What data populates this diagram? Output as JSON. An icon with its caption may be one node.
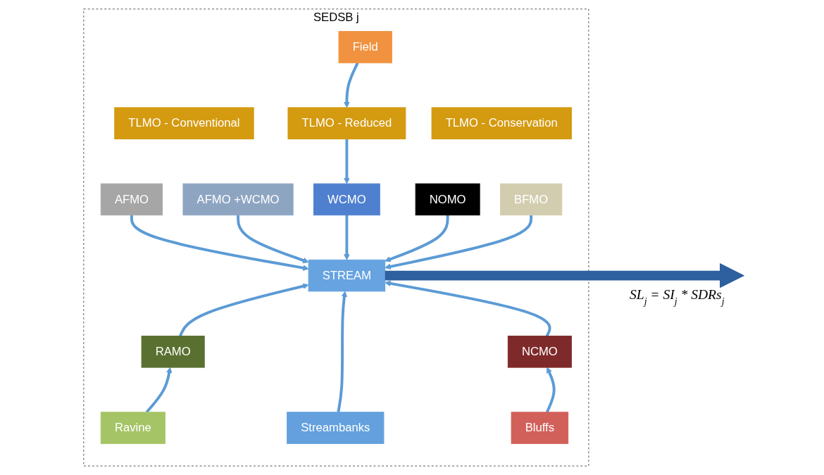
{
  "diagram": {
    "nodes": [
      {
        "text": [
          "SEDSB j"
        ]
      },
      {
        "text": [
          "Field"
        ],
        "in": 0
      },
      {
        "text": [
          "TLMO - Conventional"
        ],
        "in": 0
      },
      {
        "text": [
          "TLMO - Reduced"
        ],
        "in": 0
      },
      {
        "text": [
          "TLMO - Conservation"
        ],
        "in": 0
      },
      {
        "text": [
          "AFMO"
        ],
        "in": 0
      },
      {
        "text": [
          "AFMO +WCMO"
        ],
        "in": 0
      },
      {
        "text": [
          "WCMO"
        ],
        "in": 0
      },
      {
        "text": [
          "NOMO"
        ],
        "in": 0
      },
      {
        "text": [
          "BFMO"
        ],
        "in": 0
      },
      {
        "text": [
          "STREAM"
        ],
        "in": 0
      },
      {
        "text": [
          "RAMO"
        ],
        "in": 0
      },
      {
        "text": [
          "NCMO"
        ],
        "in": 0
      },
      {
        "text": [
          "Ravine"
        ],
        "in": 0
      },
      {
        "text": [
          "Streambanks"
        ],
        "in": 0
      },
      {
        "text": [
          "Bluffs"
        ],
        "in": 0
      }
    ],
    "edges": [
      {
        "from": 1,
        "to": 3,
        "arrow": "to"
      },
      {
        "from": 3,
        "to": 7,
        "arrow": "to"
      },
      {
        "from": 5,
        "to": 10,
        "arrow": "to"
      },
      {
        "from": 6,
        "to": 10,
        "arrow": "to"
      },
      {
        "from": 7,
        "to": 10,
        "arrow": "to"
      },
      {
        "from": 8,
        "to": 10,
        "arrow": "to"
      },
      {
        "from": 9,
        "to": 10,
        "arrow": "to"
      },
      {
        "from": 11,
        "to": 10,
        "arrow": "to"
      },
      {
        "from": 12,
        "to": 10,
        "arrow": "to"
      },
      {
        "from": 13,
        "to": 11,
        "arrow": "to"
      },
      {
        "from": 14,
        "to": 10,
        "arrow": "to"
      },
      {
        "from": 15,
        "to": 12,
        "arrow": "to"
      },
      {
        "from": 10,
        "to": null,
        "arrow": "to",
        "label": "SL$_{j}$ = SI$_{j}$ * SDRs$_{j}$",
        "style": "thick",
        "color": "#2e5f9e"
      }
    ]
  }
}
